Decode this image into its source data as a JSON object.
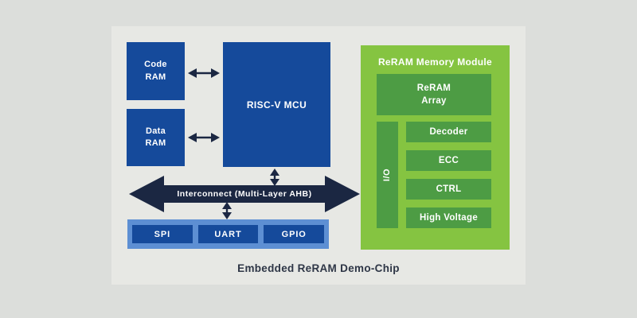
{
  "caption": "Embedded ReRAM Demo-Chip",
  "cpu": {
    "code_ram_label": "Code\nRAM",
    "data_ram_label": "Data\nRAM",
    "mcu_label": "RISC-V MCU"
  },
  "bus": {
    "interconnect_label": "Interconnect (Multi-Layer AHB)"
  },
  "peripherals": {
    "items": [
      "SPI",
      "UART",
      "GPIO"
    ]
  },
  "reram_module": {
    "title": "ReRAM Memory Module",
    "array_label": "ReRAM\nArray",
    "io_label": "I/O",
    "blocks": [
      "Decoder",
      "ECC",
      "CTRL",
      "High Voltage"
    ]
  },
  "icons": {
    "horizontal_bidirectional_arrow": "↔",
    "vertical_bidirectional_arrow": "↕",
    "interconnect_double_arrow": "⟷"
  },
  "colors": {
    "background": "#dcdedb",
    "card": "#e7e8e4",
    "block_blue": "#154a9b",
    "arrow_navy": "#1b2742",
    "peripheral_bar_blue": "#5d8fd3",
    "module_green_light": "#85c441",
    "module_green_dark": "#4d9c44",
    "caption_text": "#2e3646",
    "label_text": "#ffffff"
  }
}
